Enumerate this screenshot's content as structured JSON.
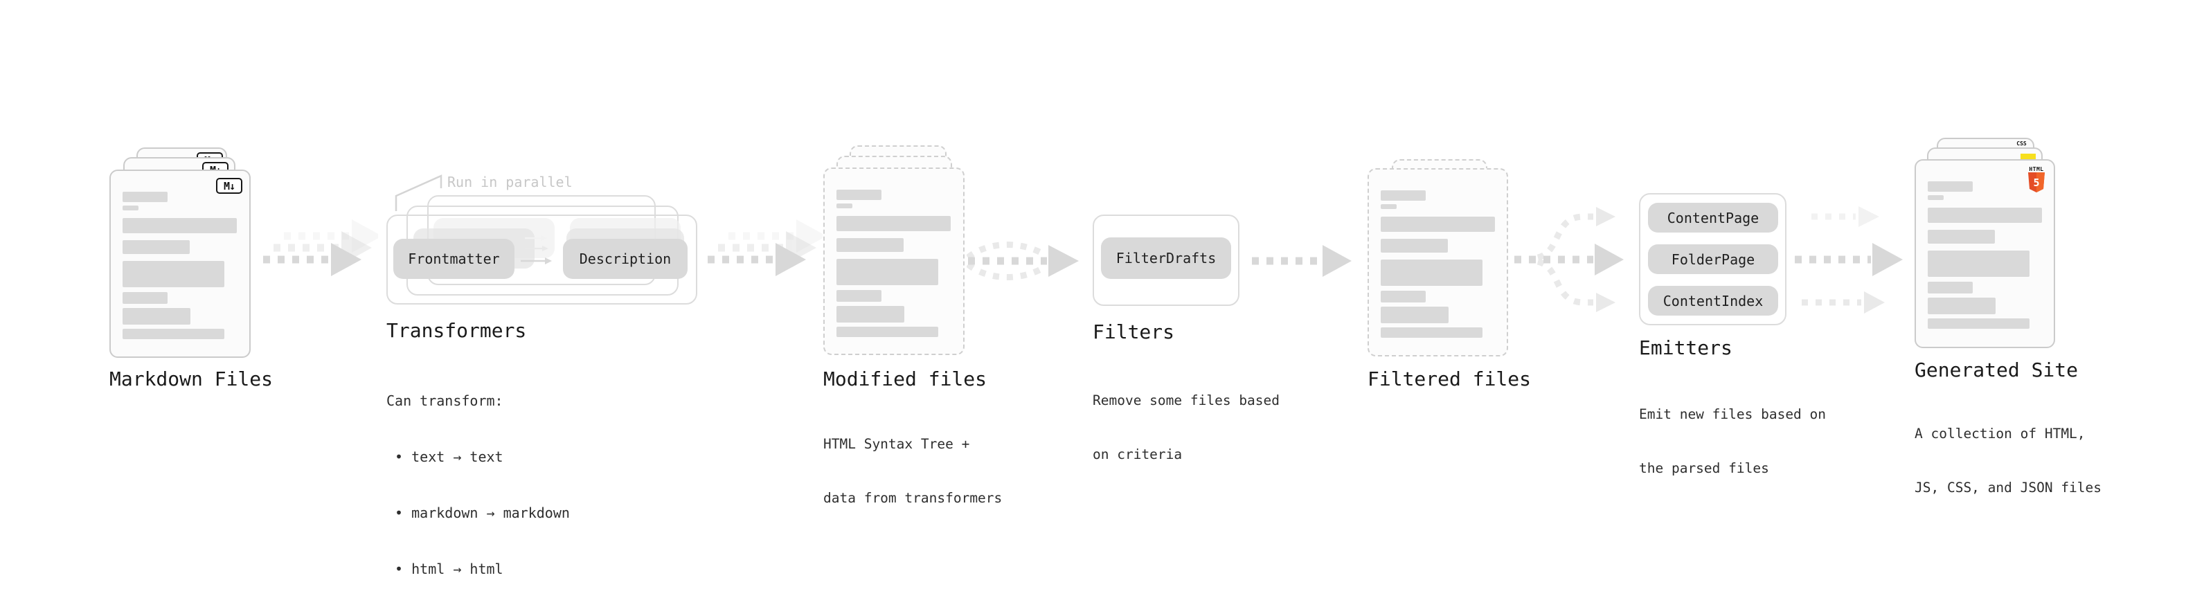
{
  "colors": {
    "heading": "#1a1a1a",
    "body": "#2e2e2e",
    "pill": "#d9d9d9",
    "bar": "#d9d9d9",
    "docborder": "#cbcbcb",
    "boxborder": "#dcdcdc",
    "arrow": "#d8d8d8",
    "arrowlight": "#e9e9e9",
    "arrowlighter": "#f2f2f2",
    "note": "#c7c7c7",
    "js": "#f7df1e",
    "css": "#2d53e5",
    "html": "#e44d26",
    "htmlshade": "#f16529"
  },
  "stages": {
    "markdown_files": {
      "label": "Markdown Files",
      "badge": "M↓"
    },
    "transformers": {
      "label": "Transformers",
      "parallel_note": "Run in parallel",
      "pills": [
        "Frontmatter",
        "Description"
      ],
      "description_lines": [
        "Can transform:",
        " • text → text",
        " • markdown → markdown",
        " • html → html"
      ]
    },
    "modified_files": {
      "label": "Modified files",
      "description_lines": [
        "HTML Syntax Tree +",
        "data from transformers"
      ]
    },
    "filters": {
      "label": "Filters",
      "pills": [
        "FilterDrafts"
      ],
      "description_lines": [
        "Remove some files based",
        "on criteria"
      ]
    },
    "filtered_files": {
      "label": "Filtered files"
    },
    "emitters": {
      "label": "Emitters",
      "pills": [
        "ContentPage",
        "FolderPage",
        "ContentIndex"
      ],
      "description_lines": [
        "Emit new files based on",
        "the parsed files"
      ]
    },
    "generated_site": {
      "label": "Generated Site",
      "description_lines": [
        "A collection of HTML,",
        "JS, CSS, and JSON files"
      ],
      "badges": {
        "html_text": "HTML",
        "html5": "5",
        "css": "CSS"
      }
    }
  },
  "doc_skeleton": [
    {
      "w": 65,
      "h": 15,
      "mt": 0
    },
    {
      "w": 23,
      "h": 7,
      "mt": 5
    },
    {
      "w": 165,
      "h": 22,
      "mt": 11
    },
    {
      "w": 97,
      "h": 20,
      "mt": 10
    },
    {
      "w": 147,
      "h": 38,
      "mt": 10
    },
    {
      "w": 65,
      "h": 17,
      "mt": 7
    },
    {
      "w": 98,
      "h": 24,
      "mt": 6
    },
    {
      "w": 147,
      "h": 15,
      "mt": 6
    }
  ]
}
